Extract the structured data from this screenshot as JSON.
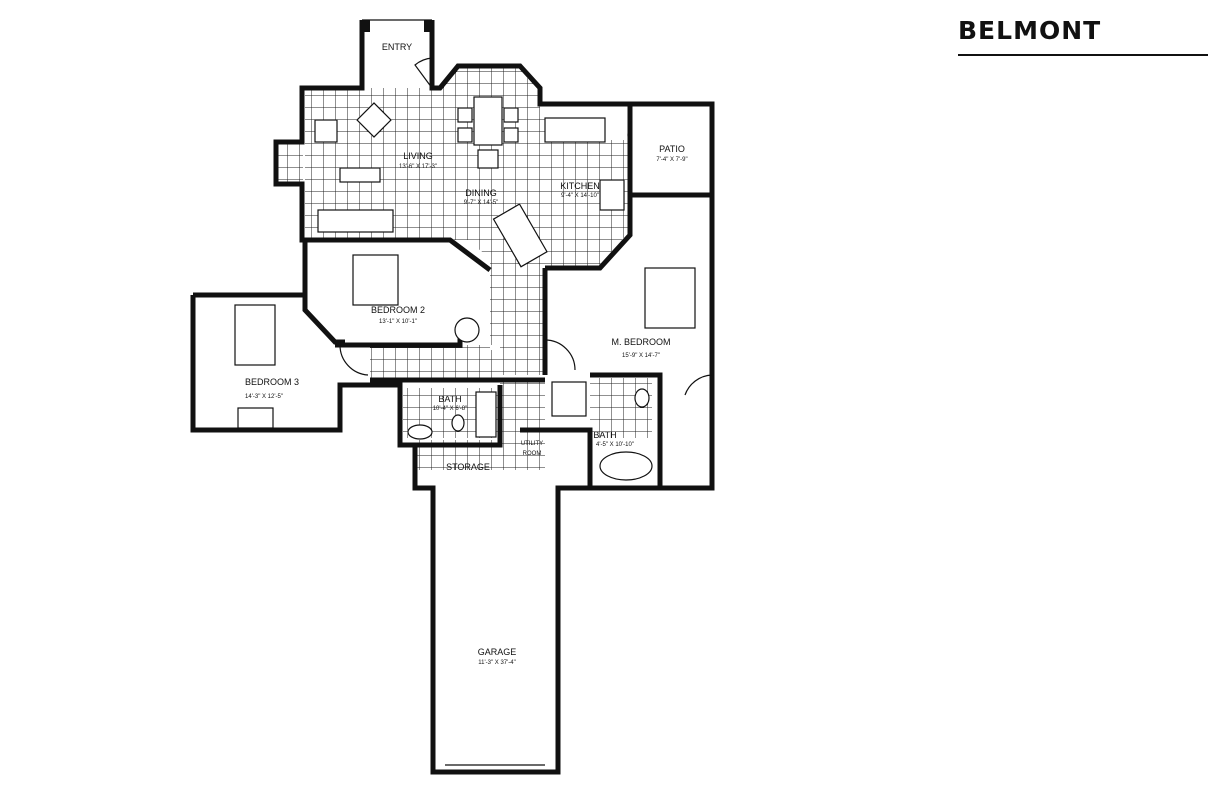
{
  "title": "BELMONT",
  "rooms": {
    "entry": {
      "name": "ENTRY"
    },
    "living": {
      "name": "LIVING",
      "size": "13'-6\" X 17'-3\""
    },
    "dining": {
      "name": "DINING",
      "size": "9'-7\" X 14'-5\""
    },
    "kitchen": {
      "name": "KITCHEN",
      "size": "9'-4\" X 14'-10\""
    },
    "patio": {
      "name": "PATIO",
      "size": "7'-4\" X 7'-9\""
    },
    "bedroom2": {
      "name": "BEDROOM 2",
      "size": "13'-1\" X 10'-1\""
    },
    "bedroom3": {
      "name": "BEDROOM 3",
      "size": "14'-3\" X 12'-5\""
    },
    "master": {
      "name": "M. BEDROOM",
      "size": "15'-9\" X 14'-7\""
    },
    "bath": {
      "name": "BATH",
      "size": "10'-4\" X 6'-8\""
    },
    "master_bath": {
      "name": "BATH",
      "size": "4'-5\" X 10'-10\""
    },
    "utility": {
      "name_1": "UTILITY",
      "name_2": "ROOM"
    },
    "storage": {
      "name": "STORAGE"
    },
    "garage": {
      "name": "GARAGE",
      "size": "11'-3\" X 37'-4\""
    }
  }
}
